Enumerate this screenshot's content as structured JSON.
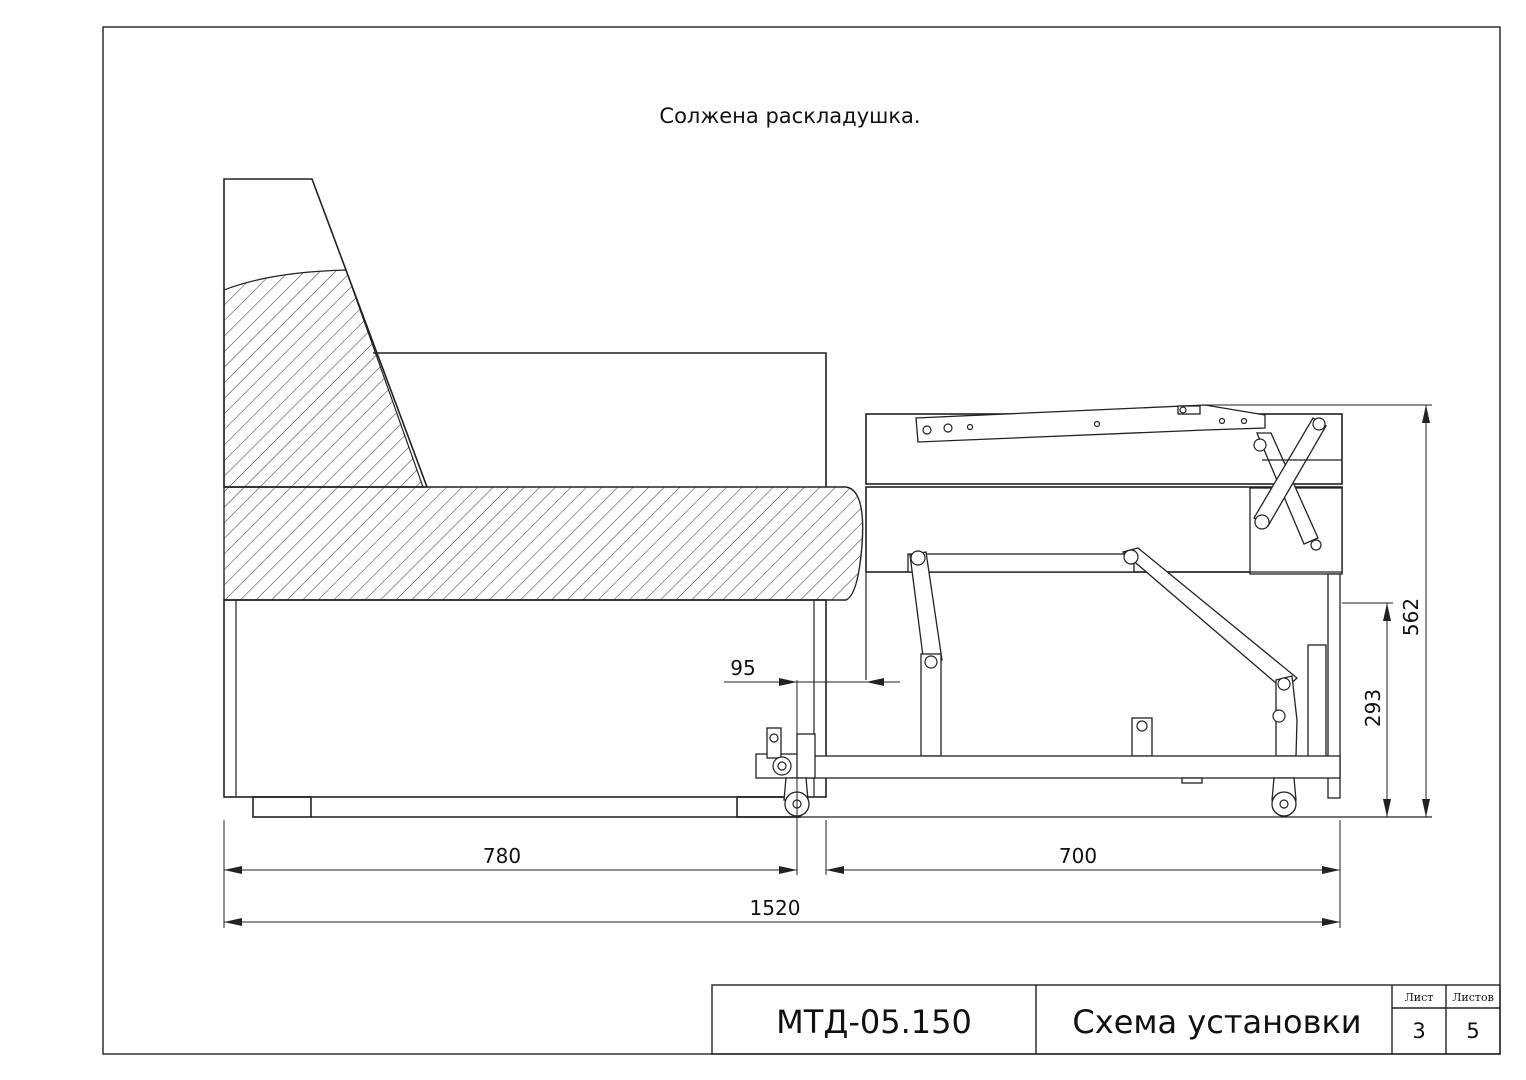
{
  "drawing": {
    "caption": "Солжена раскладушка."
  },
  "dimensions": {
    "d95": "95",
    "d780": "780",
    "d700": "700",
    "d1520": "1520",
    "d562": "562",
    "d293": "293"
  },
  "title_block": {
    "code": "МТД-05.150",
    "name": "Схема установки",
    "sheet_label": "Лист",
    "sheets_label": "Листов",
    "sheet": "3",
    "sheets": "5"
  }
}
